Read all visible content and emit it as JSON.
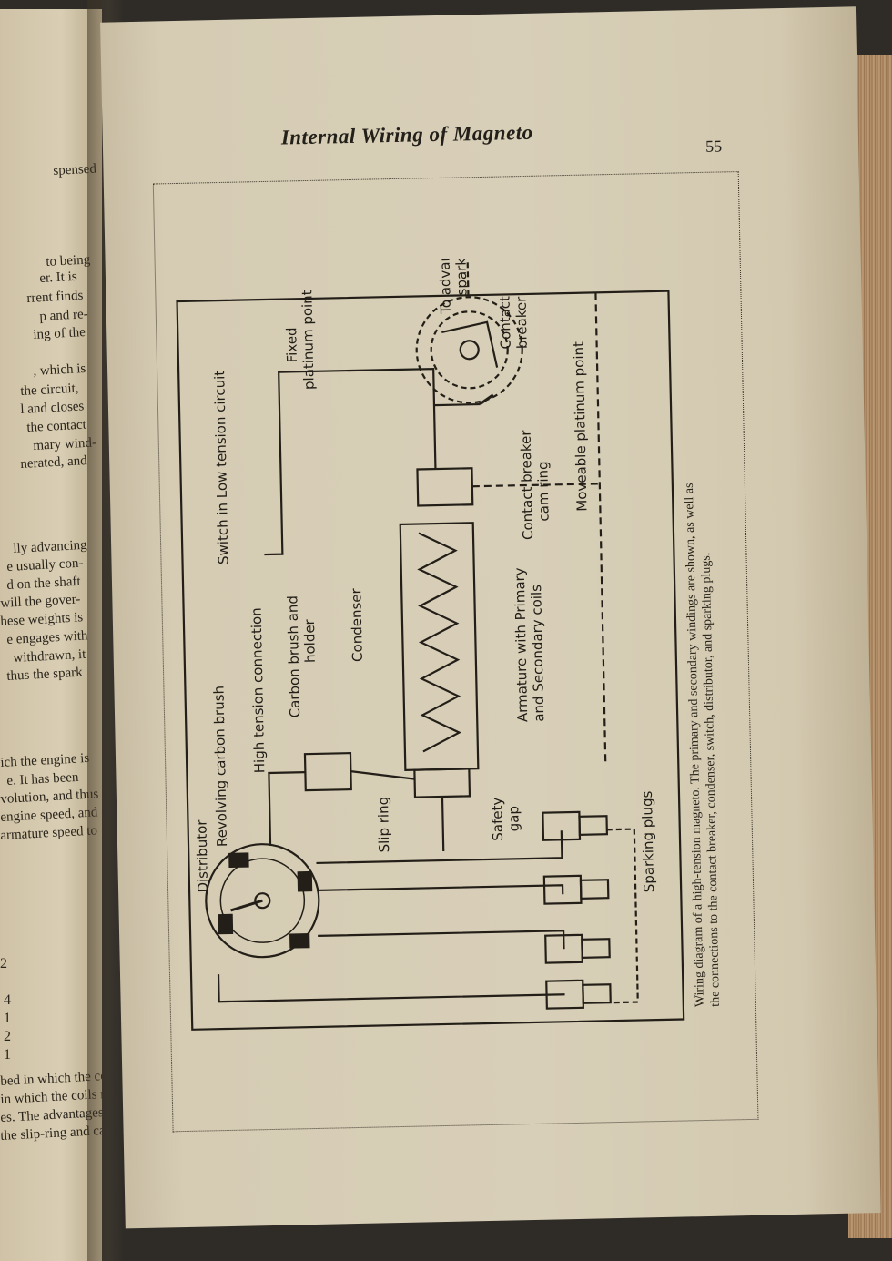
{
  "left_page": {
    "lines": [
      "spensed",
      "to being",
      "er. It is",
      "rrent finds",
      "p and re-",
      "ing of the",
      ", which is",
      "the circuit,",
      "l and closes",
      "the contact",
      "mary wind-",
      "nerated, and",
      "lly advancing",
      "e usually con-",
      "d on the shaft",
      "will the gover-",
      "hese weights is",
      "e engages with",
      "withdrawn, it",
      "thus the spark",
      "ich the engine is",
      "e. It has been",
      "volution, and thus",
      "engine speed, and",
      "armature speed to",
      "bed in which the coils",
      "in which the coils ro-",
      "es. The advantages of",
      "the slip-ring and carbon"
    ],
    "numbers": [
      "2",
      "4",
      "1",
      "2",
      "1"
    ]
  },
  "right_page": {
    "title": "Internal Wiring of Magneto",
    "page_number": "55",
    "labels": {
      "distributor": "Distributor",
      "revolving_carbon_brush": "Revolving carbon brush",
      "high_tension_connection": "High tension connection",
      "carbon_brush_and_holder_1": "Carbon brush and",
      "carbon_brush_and_holder_2": "holder",
      "switch": "Switch in Low tension circuit",
      "condenser": "Condenser",
      "slip_ring": "Slip ring",
      "safety_gap_1": "Safety",
      "safety_gap_2": "gap",
      "armature_1": "Armature with Primary",
      "armature_2": "and Secondary coils",
      "sparking_plugs": "Sparking plugs",
      "fixed_platinum_1": "Fixed",
      "fixed_platinum_2": "platinum point",
      "to_advance_1": "To advance",
      "to_advance_2": "spark",
      "contact_breaker_1": "Contact",
      "contact_breaker_2": "breaker",
      "cam_ring_1": "Contact breaker",
      "cam_ring_2": "cam ring",
      "moveable_platinum": "Moveable platinum point"
    },
    "caption_1": "Wiring diagram of a high-tension magneto. The primary and secondary windings are shown, as well as",
    "caption_2": "the connections to the contact breaker, condenser, switch, distributor, and sparking plugs."
  }
}
